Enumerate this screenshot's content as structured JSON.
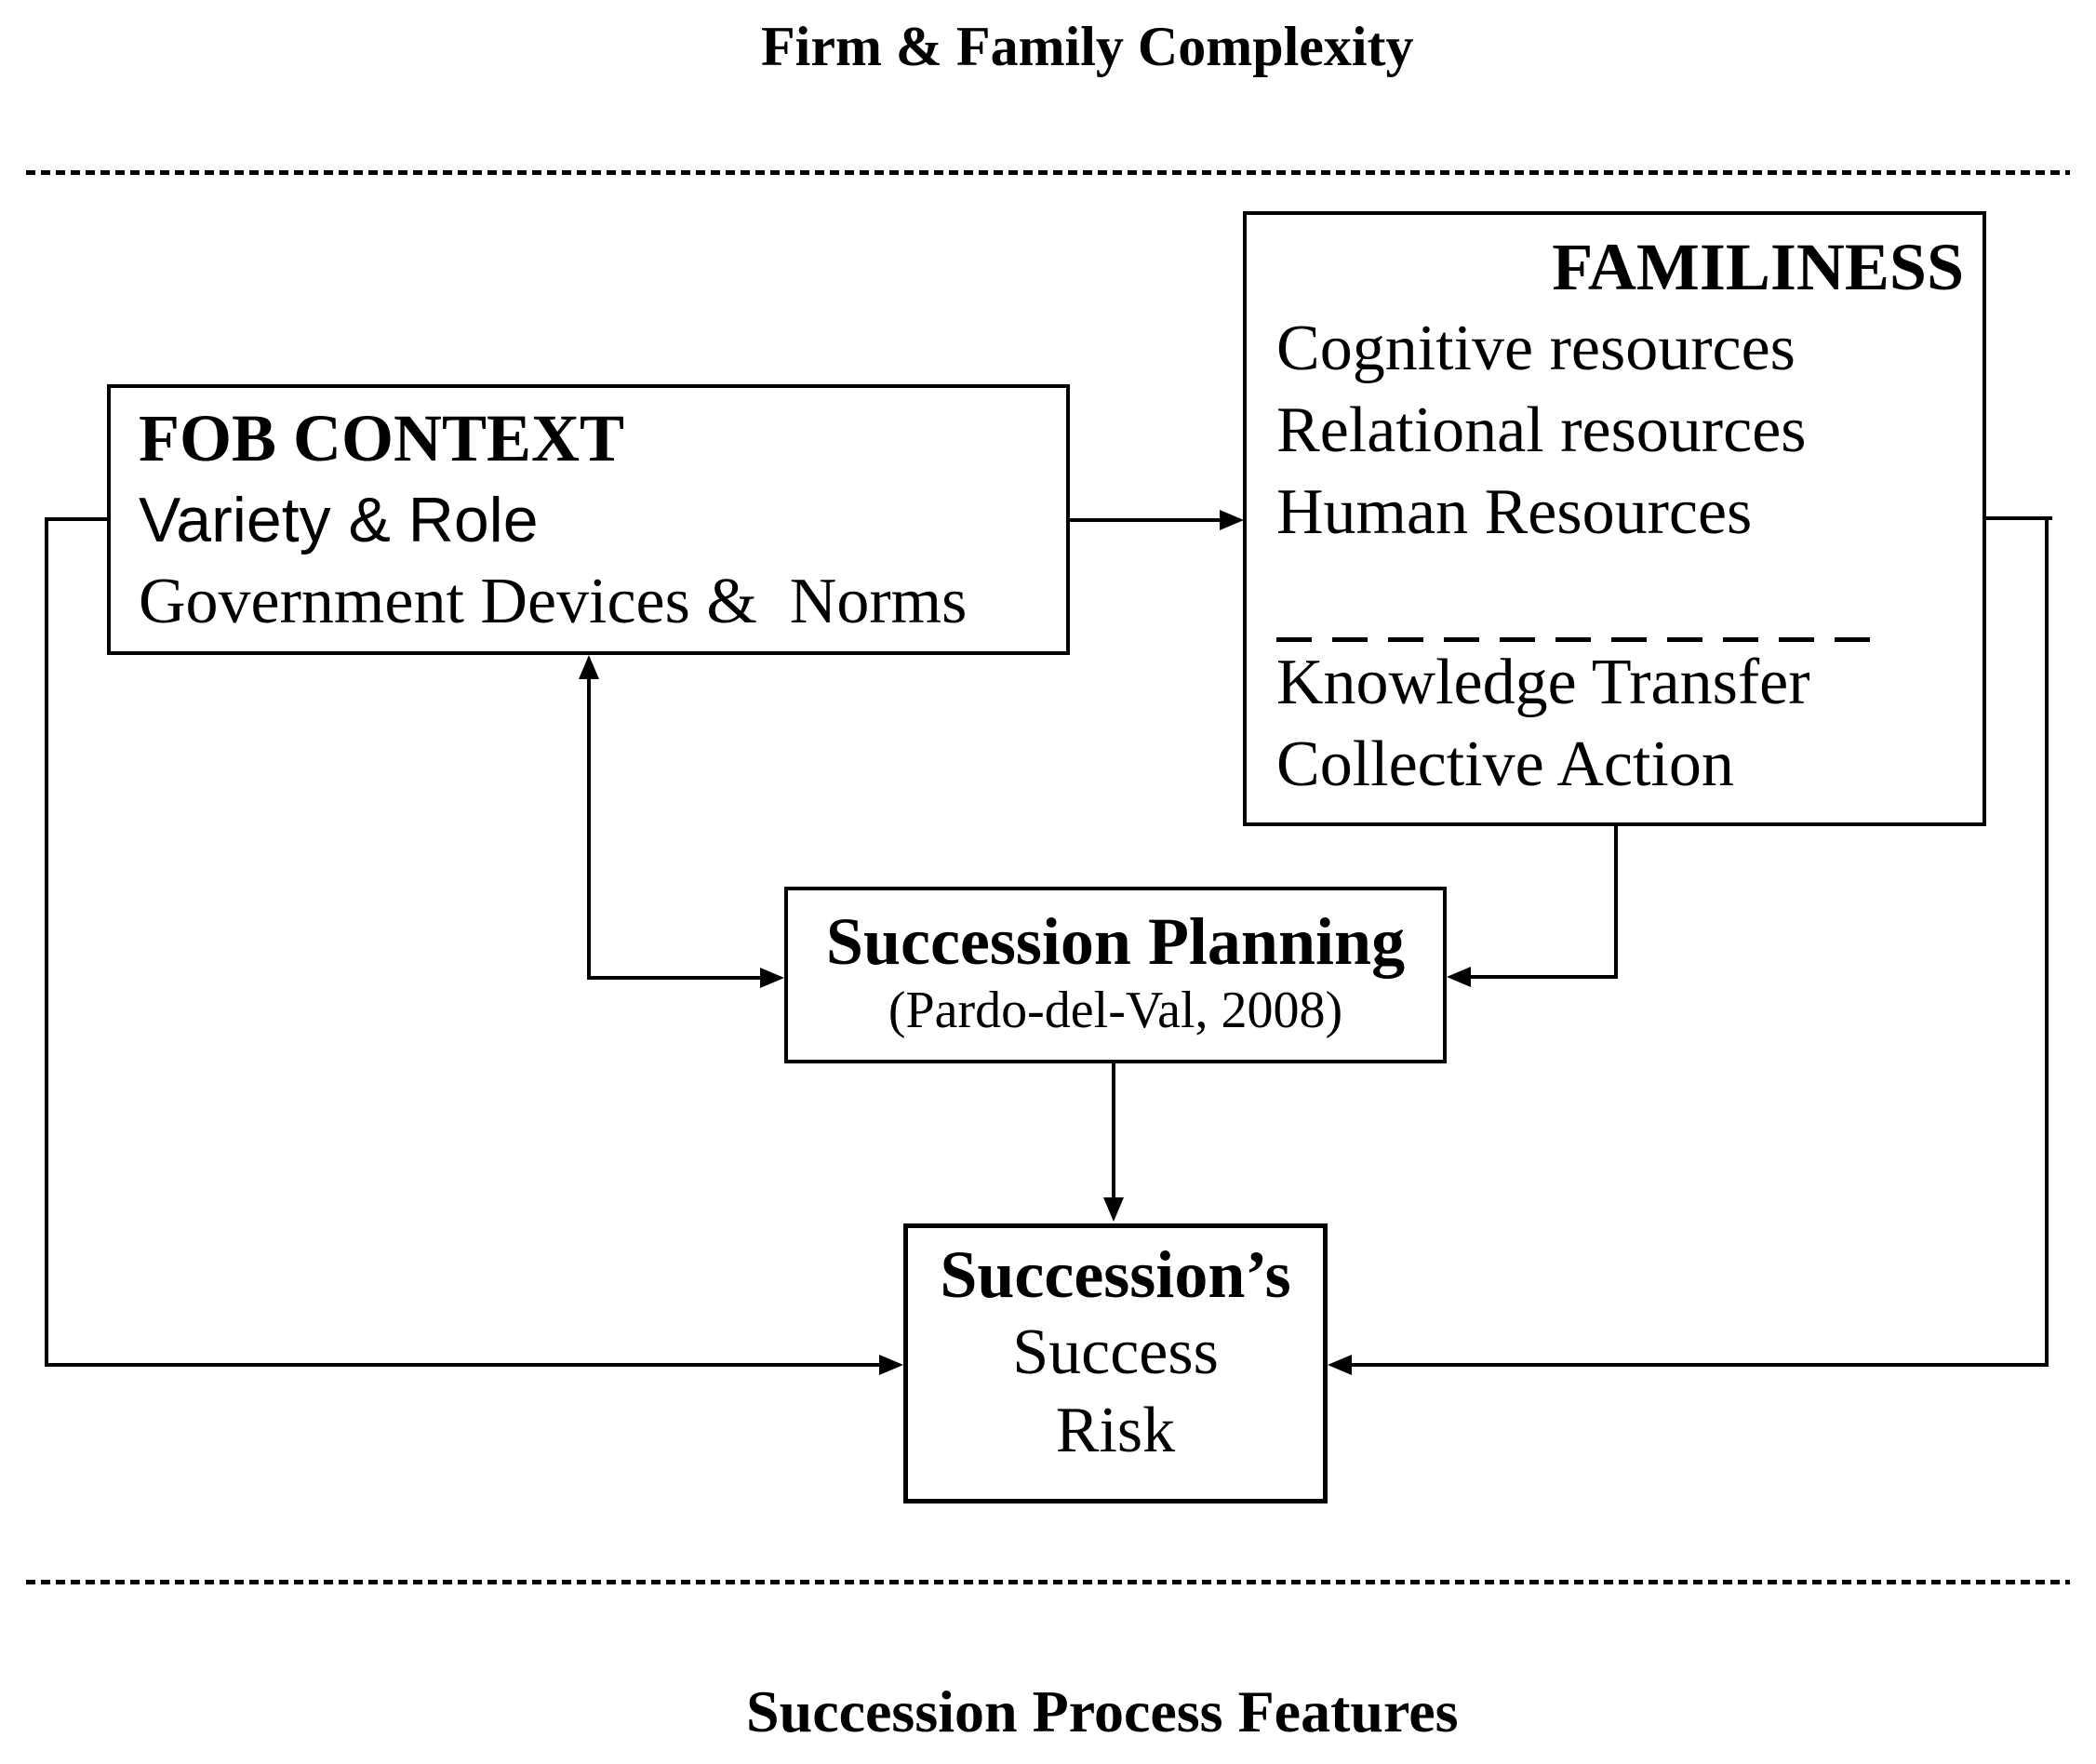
{
  "page": {
    "top_label": "Firm & Family Complexity",
    "bottom_label": "Succession Process Features",
    "ink": "#000000",
    "background": "#ffffff"
  },
  "fob_context": {
    "title": "FOB CONTEXT",
    "variety_line": "Variety & Role",
    "government_line": "Government Devices &  Norms"
  },
  "familiness": {
    "title": "FAMILINESS",
    "resources": [
      "Cognitive resources",
      "Relational resources",
      "Human Resources"
    ],
    "outcomes": [
      "Knowledge Transfer",
      "Collective Action"
    ]
  },
  "succession_planning": {
    "title": "Succession Planning",
    "citation": "(Pardo-del-Val, 2008)"
  },
  "succession_risk": {
    "title": "Succession’s",
    "lines": [
      "Success",
      "Risk"
    ]
  }
}
